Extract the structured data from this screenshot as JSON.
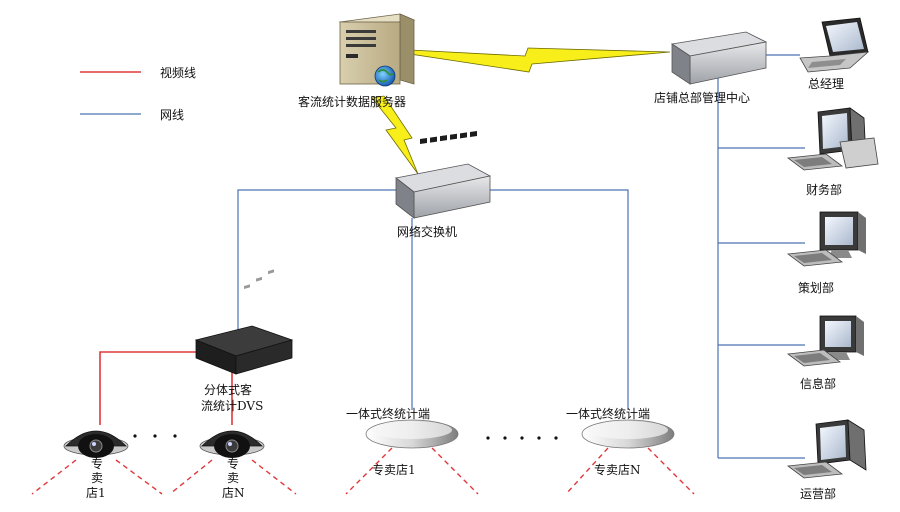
{
  "legend": {
    "video_line": "视频线",
    "network_line": "网线"
  },
  "nodes": {
    "server": "客流统计数据服务器",
    "hq": "店铺总部管理中心",
    "switch": "网络交换机",
    "dvs_line1": "分体式客",
    "dvs_line2": "流统计DVS",
    "terminal_left": "一体式终统计端",
    "terminal_right": "一体式终统计端",
    "store_1_line1": "专",
    "store_1_line2": "卖",
    "store_1_line3": "店1",
    "store_n_line1": "专",
    "store_n_line2": "卖",
    "store_n_line3": "店N",
    "store_terminal_1": "专卖店1",
    "store_terminal_n": "专卖店N",
    "gm": "总经理",
    "finance": "财务部",
    "planning": "策划部",
    "info": "信息部",
    "operations": "运营部"
  },
  "colors": {
    "video_line": "#e0383a",
    "network_line": "#4b73b4",
    "wireless_bolt": "#f7ee1a"
  }
}
